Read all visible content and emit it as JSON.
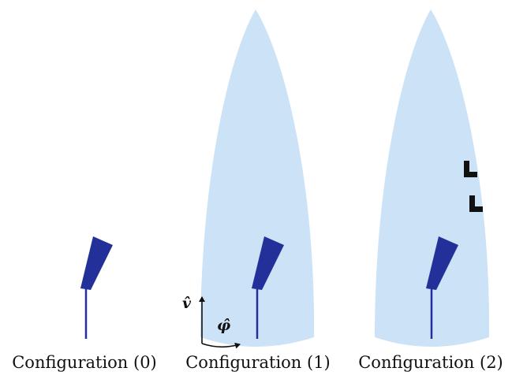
{
  "figure": {
    "captions": [
      "Configuration (0)",
      "Configuration (1)",
      "Configuration (2)"
    ],
    "axis_labels": {
      "vertical": "v̂",
      "horizontal": "φ̂"
    },
    "colors": {
      "plume_fill": "#cce2f6",
      "wing_fill": "#23309a",
      "marker_fill": "#111111",
      "axis_color": "#111111"
    }
  }
}
